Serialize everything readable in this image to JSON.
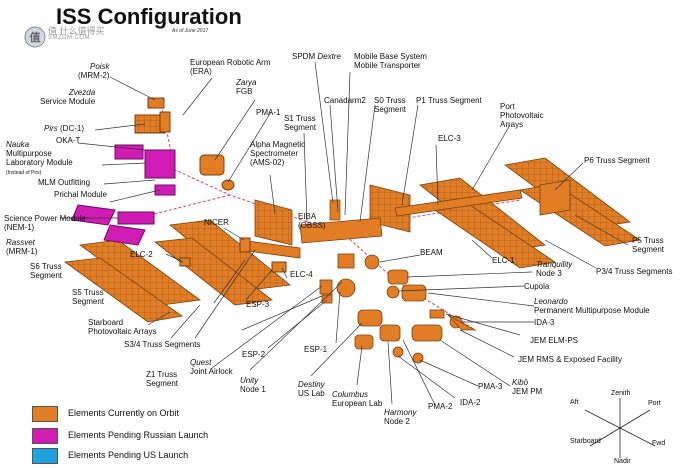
{
  "title": "ISS Configuration",
  "subtitle": "As of June 2017",
  "watermark": {
    "line1": "值 什么值得买",
    "line2": "SMZDM.COM"
  },
  "colors": {
    "orbit": "#E17D25",
    "russian": "#D01CB5",
    "us": "#1FA3DE",
    "line": "#333333",
    "dashed": "#E0415A"
  },
  "labels": {
    "poisk": {
      "l1": "Poisk",
      "l2": "(MRM-2)"
    },
    "zvezda": {
      "l1": "Zvezda",
      "l2": "Service Module"
    },
    "pirs": {
      "l1": "Pirs",
      "l2": "(DC-1)"
    },
    "okat": "OKA-T",
    "nauka": {
      "l1": "Nauka",
      "l2": "Multipurpose",
      "l3": "Laboratory Module",
      "note": "(Instead of Pirs)"
    },
    "mlm": "MLM Outfitting",
    "prichal": "Prichal Module",
    "spm": {
      "l1": "Science Power Module",
      "l2": "(NEM-1)"
    },
    "rassvet": {
      "l1": "Rassvet",
      "l2": "(MRM-1)"
    },
    "s6": {
      "l1": "S6 Truss",
      "l2": "Segment"
    },
    "s5": {
      "l1": "S5 Truss",
      "l2": "Segment"
    },
    "starboard": {
      "l1": "Starboard",
      "l2": "Photovoltaic Arrays"
    },
    "s34": "S3/4 Truss Segments",
    "z1": {
      "l1": "Z1 Truss",
      "l2": "Segment"
    },
    "quest": {
      "l1": "Quest",
      "l2": "Joint Airlock"
    },
    "esp2": "ESP-2",
    "unity": {
      "l1": "Unity",
      "l2": "Node 1"
    },
    "esp1": "ESP-1",
    "destiny": {
      "l1": "Destiny",
      "l2": "US Lab"
    },
    "columbus": {
      "l1": "Columbus",
      "l2": "European Lab"
    },
    "harmony": {
      "l1": "Harmony",
      "l2": "Node 2"
    },
    "pma2": "PMA-2",
    "ida2": "IDA-2",
    "pma3": "PMA-3",
    "kibo": {
      "l1": "Kibō",
      "l2": "JEM PM"
    },
    "jemrms": "JEM RMS & Exposed Facility",
    "jemelm": "JEM ELM-PS",
    "ida3": "IDA-3",
    "leonardo": {
      "l1": "Leonardo",
      "l2": "Permanent Multipurpose Module"
    },
    "cupola": "Cupola",
    "tranquility": {
      "l1": "Tranquility",
      "l2": "Node 3"
    },
    "p34": "P3/4 Truss Segments",
    "p5": {
      "l1": "P5 Truss",
      "l2": "Segment"
    },
    "p6": "P6 Truss Segment",
    "portpv": {
      "l1": "Port",
      "l2": "Photovoltaic",
      "l3": "Arrays"
    },
    "p1": "P1 Truss Segment",
    "elc3": "ELC-3",
    "elc1": "ELC-1",
    "beam": "BEAM",
    "s0": {
      "l1": "S0 Truss",
      "l2": "Segment"
    },
    "mbs": {
      "l1": "Mobile Base System",
      "l2": "Mobile Transporter"
    },
    "canadarm2": "Canadarm2",
    "spdm": {
      "l1": "SPDM ",
      "l2": "Dextre"
    },
    "s1": {
      "l1": "S1 Truss",
      "l2": "Segment"
    },
    "eiba": {
      "l1": "EIBA",
      "l2": "(OBSS)"
    },
    "ams": {
      "l1": "Alpha Magnetic",
      "l2": "Spectrometer",
      "l3": "(AMS-02)"
    },
    "pma1": "PMA-1",
    "zarya": {
      "l1": "Zarya",
      "l2": "FGB"
    },
    "era": {
      "l1": "European Robotic Arm",
      "l2": "(ERA)"
    },
    "nicer": "NICER",
    "elc2": "ELC-2",
    "elc4": "ELC-4",
    "esp3": "ESP-3"
  },
  "legend": [
    {
      "label": "Elements Currently on Orbit",
      "color": "#E17D25"
    },
    {
      "label": "Elements Pending Russian Launch",
      "color": "#D01CB5"
    },
    {
      "label": "Elements Pending US Launch",
      "color": "#1FA3DE"
    }
  ],
  "compass": {
    "zenith": "Zenith",
    "nadir": "Nadir",
    "port": "Port",
    "starboard": "Starboard",
    "aft": "Aft",
    "fwd": "Fwd"
  }
}
